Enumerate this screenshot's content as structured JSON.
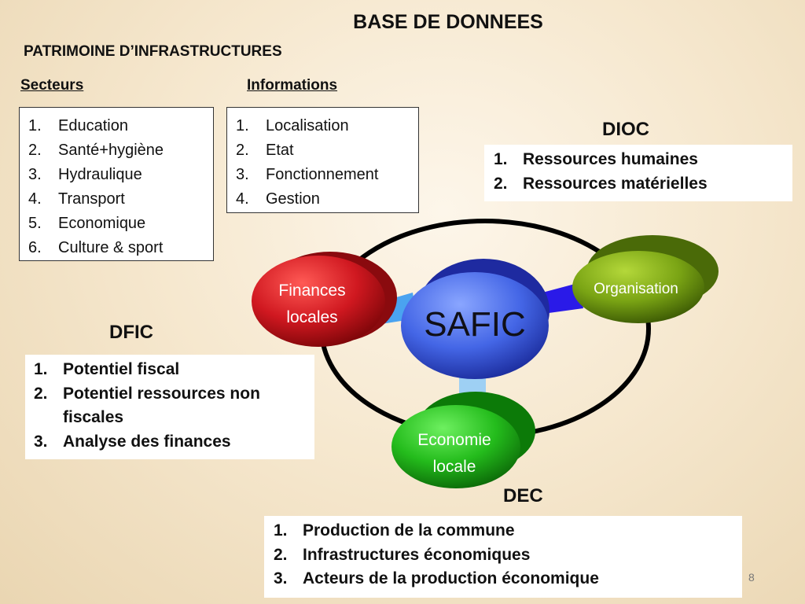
{
  "header": {
    "title": "BASE DE DONNEES",
    "subtitle": "PATRIMOINE D’INFRASTRUCTURES"
  },
  "secteurs": {
    "heading": "Secteurs",
    "items": [
      "Education",
      "Santé+hygiène",
      "Hydraulique",
      "Transport",
      "Economique",
      "Culture & sport"
    ]
  },
  "informations": {
    "heading": "Informations",
    "items": [
      "Localisation",
      "Etat",
      "Fonctionnement",
      "Gestion"
    ]
  },
  "dioc": {
    "label": "DIOC",
    "items": [
      "Ressources humaines",
      "Ressources matérielles"
    ]
  },
  "dfic": {
    "label": "DFIC",
    "items": [
      "Potentiel fiscal",
      "Potentiel ressources non fiscales",
      "Analyse des finances"
    ]
  },
  "dec": {
    "label": "DEC",
    "items": [
      "Production de la commune",
      "Infrastructures économiques",
      "Acteurs de la production économique"
    ]
  },
  "diagram": {
    "center": "SAFIC",
    "finances": [
      "Finances",
      "locales"
    ],
    "organisation": "Organisation",
    "economie": [
      "Economie",
      "locale"
    ]
  },
  "colors": {
    "red": "#c8141c",
    "blue": "#3a5fe0",
    "olive": "#6f9a10",
    "green": "#22b81c"
  },
  "page_number": "8"
}
